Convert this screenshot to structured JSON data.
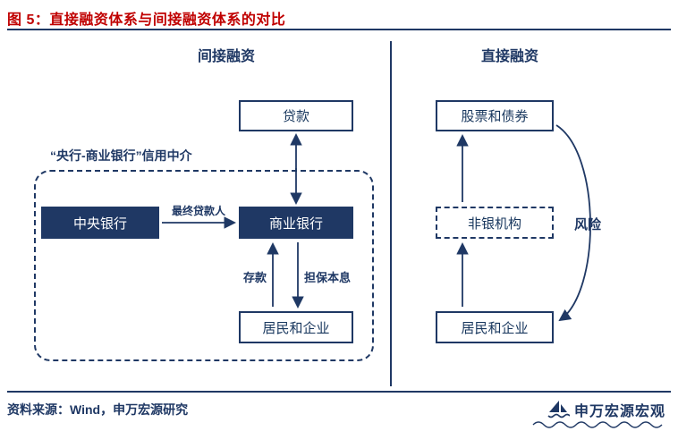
{
  "colors": {
    "navy": "#1f3864",
    "red": "#c00000",
    "background": "#ffffff"
  },
  "title": "图 5：直接融资体系与间接融资体系的对比",
  "panels": {
    "left": {
      "header": "间接融资",
      "loan": "贷款",
      "credit_label": "“央行-商业银行”信用中介",
      "central_bank": "中央银行",
      "commercial_bank": "商业银行",
      "lender_label": "最终贷款人",
      "deposit_label": "存款",
      "guarantee_label": "担保本息",
      "residents": "居民和企业"
    },
    "right": {
      "header": "直接融资",
      "securities": "股票和债券",
      "nonbank": "非银机构",
      "residents": "居民和企业",
      "risk_label": "风险"
    }
  },
  "footer": {
    "source": "资料来源：Wind，申万宏源研究",
    "brand": "申万宏源宏观"
  },
  "icons": {
    "brand_mark": "sailboat-with-waves"
  }
}
